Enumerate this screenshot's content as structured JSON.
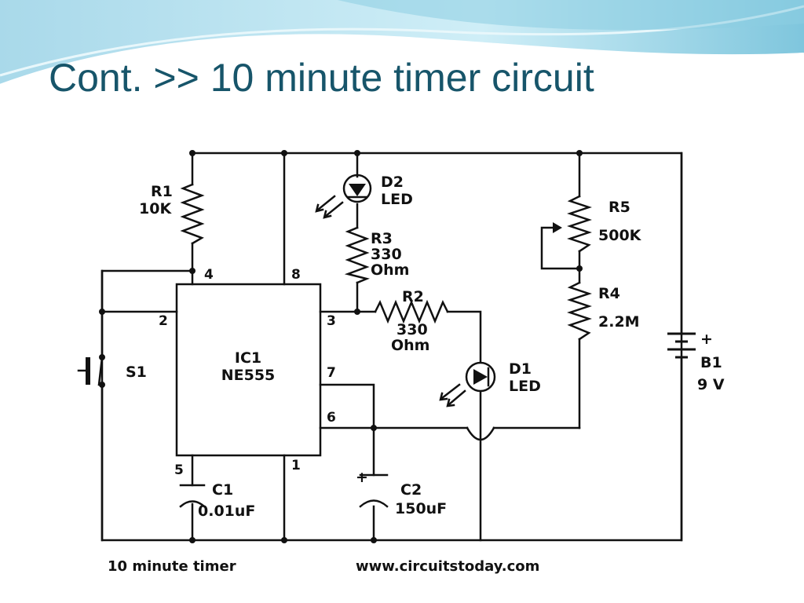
{
  "slide": {
    "title": "Cont. >> 10 minute timer circuit"
  },
  "colors": {
    "title": "#17556a",
    "banner": "#bde3f0",
    "wire": "#111111"
  },
  "circuit": {
    "ic": {
      "ref": "IC1",
      "part": "NE555",
      "pins": [
        "4",
        "8",
        "2",
        "3",
        "7",
        "6",
        "5",
        "1"
      ]
    },
    "r1": {
      "ref": "R1",
      "value": "10K"
    },
    "r2": {
      "ref": "R2",
      "value_line1": "330",
      "value_line2": "Ohm"
    },
    "r3": {
      "ref": "R3",
      "value_line1": "330",
      "value_line2": "Ohm"
    },
    "r4": {
      "ref": "R4",
      "value": "2.2M"
    },
    "r5": {
      "ref": "R5",
      "value": "500K"
    },
    "d1": {
      "ref": "D1",
      "type": "LED"
    },
    "d2": {
      "ref": "D2",
      "type": "LED"
    },
    "c1": {
      "ref": "C1",
      "value": "0.01uF"
    },
    "c2": {
      "ref": "C2",
      "value": "150uF",
      "polarity": "+"
    },
    "s1": {
      "ref": "S1"
    },
    "b1": {
      "ref": "B1",
      "value": "9 V",
      "polarity": "+"
    }
  },
  "footer": {
    "left": "10 minute timer",
    "right": "www.circuitstoday.com"
  }
}
